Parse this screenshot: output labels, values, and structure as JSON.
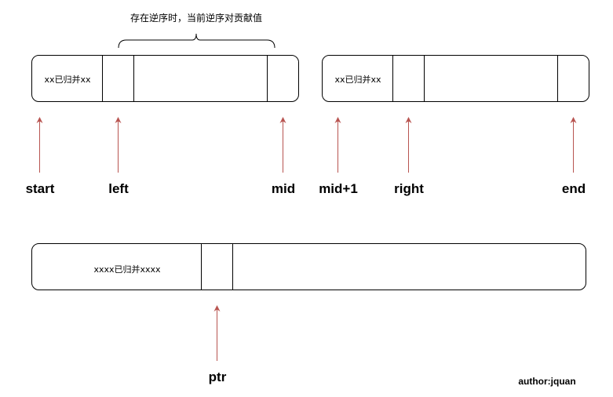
{
  "brace_note": "存在逆序时，当前逆序对贡献值",
  "left_array": {
    "merged_label": "xx已归并xx"
  },
  "right_array": {
    "merged_label": "xx已归并xx"
  },
  "temp_array": {
    "merged_label": "xxxx已归并xxxx"
  },
  "pointers": {
    "start": "start",
    "left": "left",
    "mid": "mid",
    "mid_plus_1": "mid+1",
    "right": "right",
    "end": "end",
    "ptr": "ptr"
  },
  "author": "author:jquan",
  "colors": {
    "arrow": "#b85450",
    "box_stroke": "#000000"
  }
}
